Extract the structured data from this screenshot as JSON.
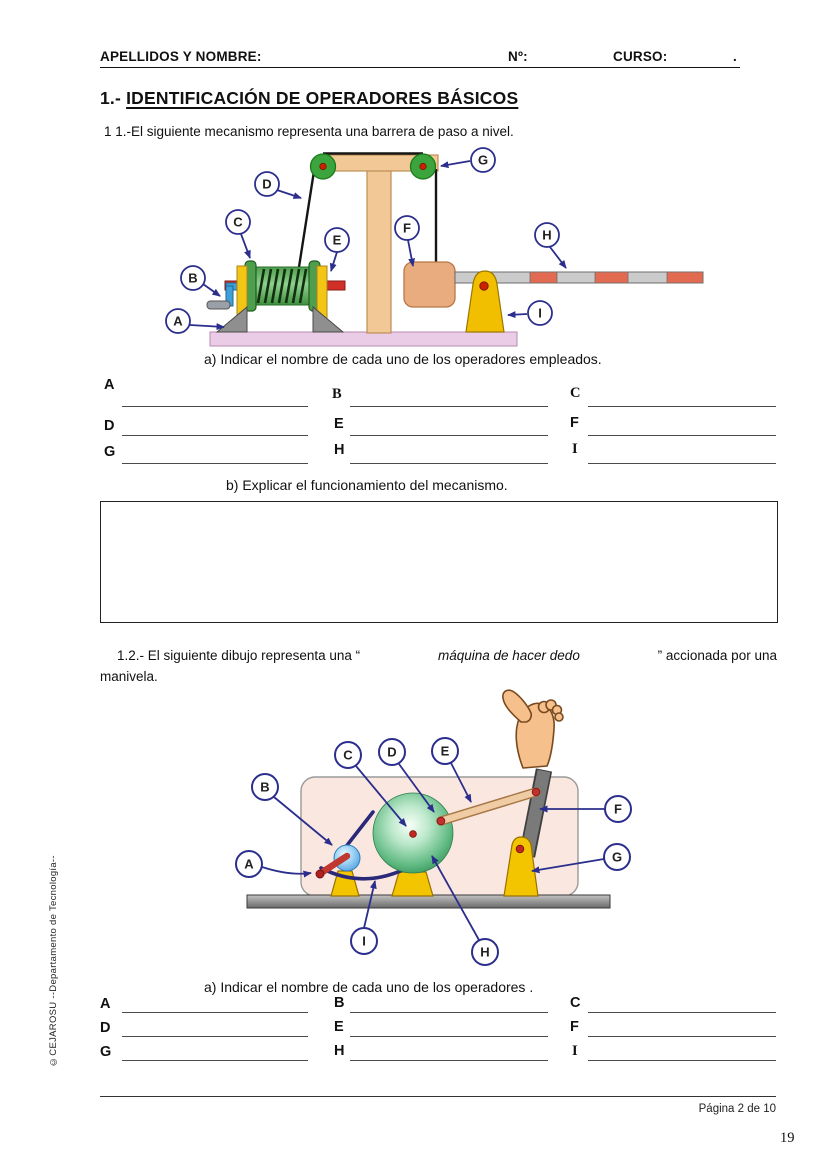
{
  "header": {
    "name_label": "APELLIDOS Y NOMBRE:",
    "number_label": "Nº:",
    "course_label": "CURSO:",
    "trailing_dot": "."
  },
  "title": {
    "prefix": "1.- ",
    "underlined": "IDENTIFICACIÓN DE OPERADORES BÁSICOS"
  },
  "exercise1": {
    "intro": "1 1.-El siguiente mecanismo representa una barrera de paso a nivel.",
    "question_a": "a)  Indicar el nombre de cada uno de los operadores empleados.",
    "question_b": "b)  Explicar el funcionamiento del mecanismo.",
    "blanks": [
      {
        "letter": "A"
      },
      {
        "letter": "B"
      },
      {
        "letter": "C"
      },
      {
        "letter": "D"
      },
      {
        "letter": "E"
      },
      {
        "letter": "F"
      },
      {
        "letter": "G"
      },
      {
        "letter": "H"
      },
      {
        "letter": "I"
      }
    ]
  },
  "exercise2": {
    "intro_prefix": "1.2.-  El siguiente dibujo representa una “",
    "intro_italic": "máquina de hacer dedo",
    "intro_suffix": "” accionada por una",
    "intro_line2": "manivela.",
    "question_a": "a)  Indicar el nombre de cada uno de los operadores .",
    "blanks": [
      {
        "letter": "A"
      },
      {
        "letter": "B"
      },
      {
        "letter": "C"
      },
      {
        "letter": "D"
      },
      {
        "letter": "E"
      },
      {
        "letter": "F"
      },
      {
        "letter": "G"
      },
      {
        "letter": "H"
      },
      {
        "letter": "I"
      }
    ]
  },
  "diagram1": {
    "labels": [
      "A",
      "B",
      "C",
      "D",
      "E",
      "F",
      "G",
      "H",
      "I"
    ]
  },
  "diagram2": {
    "labels": [
      "A",
      "B",
      "C",
      "D",
      "E",
      "F",
      "G",
      "H",
      "I"
    ]
  },
  "footer": {
    "page_info": "Página 2 de 10",
    "page_number": "19"
  },
  "sidebar": {
    "credit": "©CEJAROSU  --Departamento de Tecnología--"
  },
  "colors": {
    "label_blue": "#2B2E8C",
    "pulley_green": "#3CA43C",
    "beam_tan": "#F2C897",
    "axle_red": "#D03028",
    "post_yellow": "#F3C515",
    "crank_blue": "#3F9FD8",
    "base_pink": "#EACCE6",
    "counterweight_tan": "#E9AC7E",
    "barrier_red": "#E26A50",
    "panel_pink": "#FAE8E0",
    "sphere_green": "#4FAE72",
    "skin": "#F5C08C"
  }
}
